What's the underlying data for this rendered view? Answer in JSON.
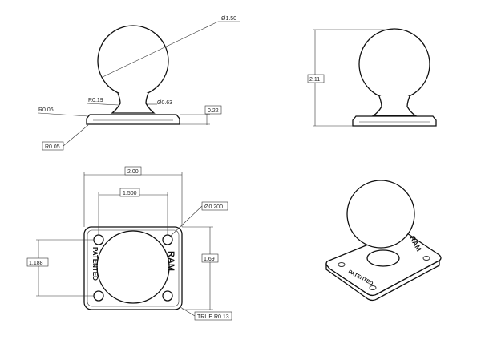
{
  "views": {
    "front": {
      "ball_diameter": "Ø1.50",
      "neck_radius": "R0.19",
      "neck_diameter": "Ø0.63",
      "base_top_radius": "R0.06",
      "base_thickness": "0.22",
      "base_bottom_radius": "R0.05"
    },
    "side": {
      "overall_height": "2.11"
    },
    "top": {
      "base_width": "2.00",
      "hole_spacing_x": "1.500",
      "hole_diameter": "Ø0.200",
      "hole_spacing_y": "1.188",
      "base_depth": "1.69",
      "corner_radius": "TRUE R0.13",
      "embossed_left": "PATENTED",
      "embossed_right": "RAM"
    },
    "iso": {
      "embossed_front": "PATENTED",
      "embossed_side": "RAM"
    }
  },
  "colors": {
    "line": "#111111",
    "background": "#ffffff"
  }
}
